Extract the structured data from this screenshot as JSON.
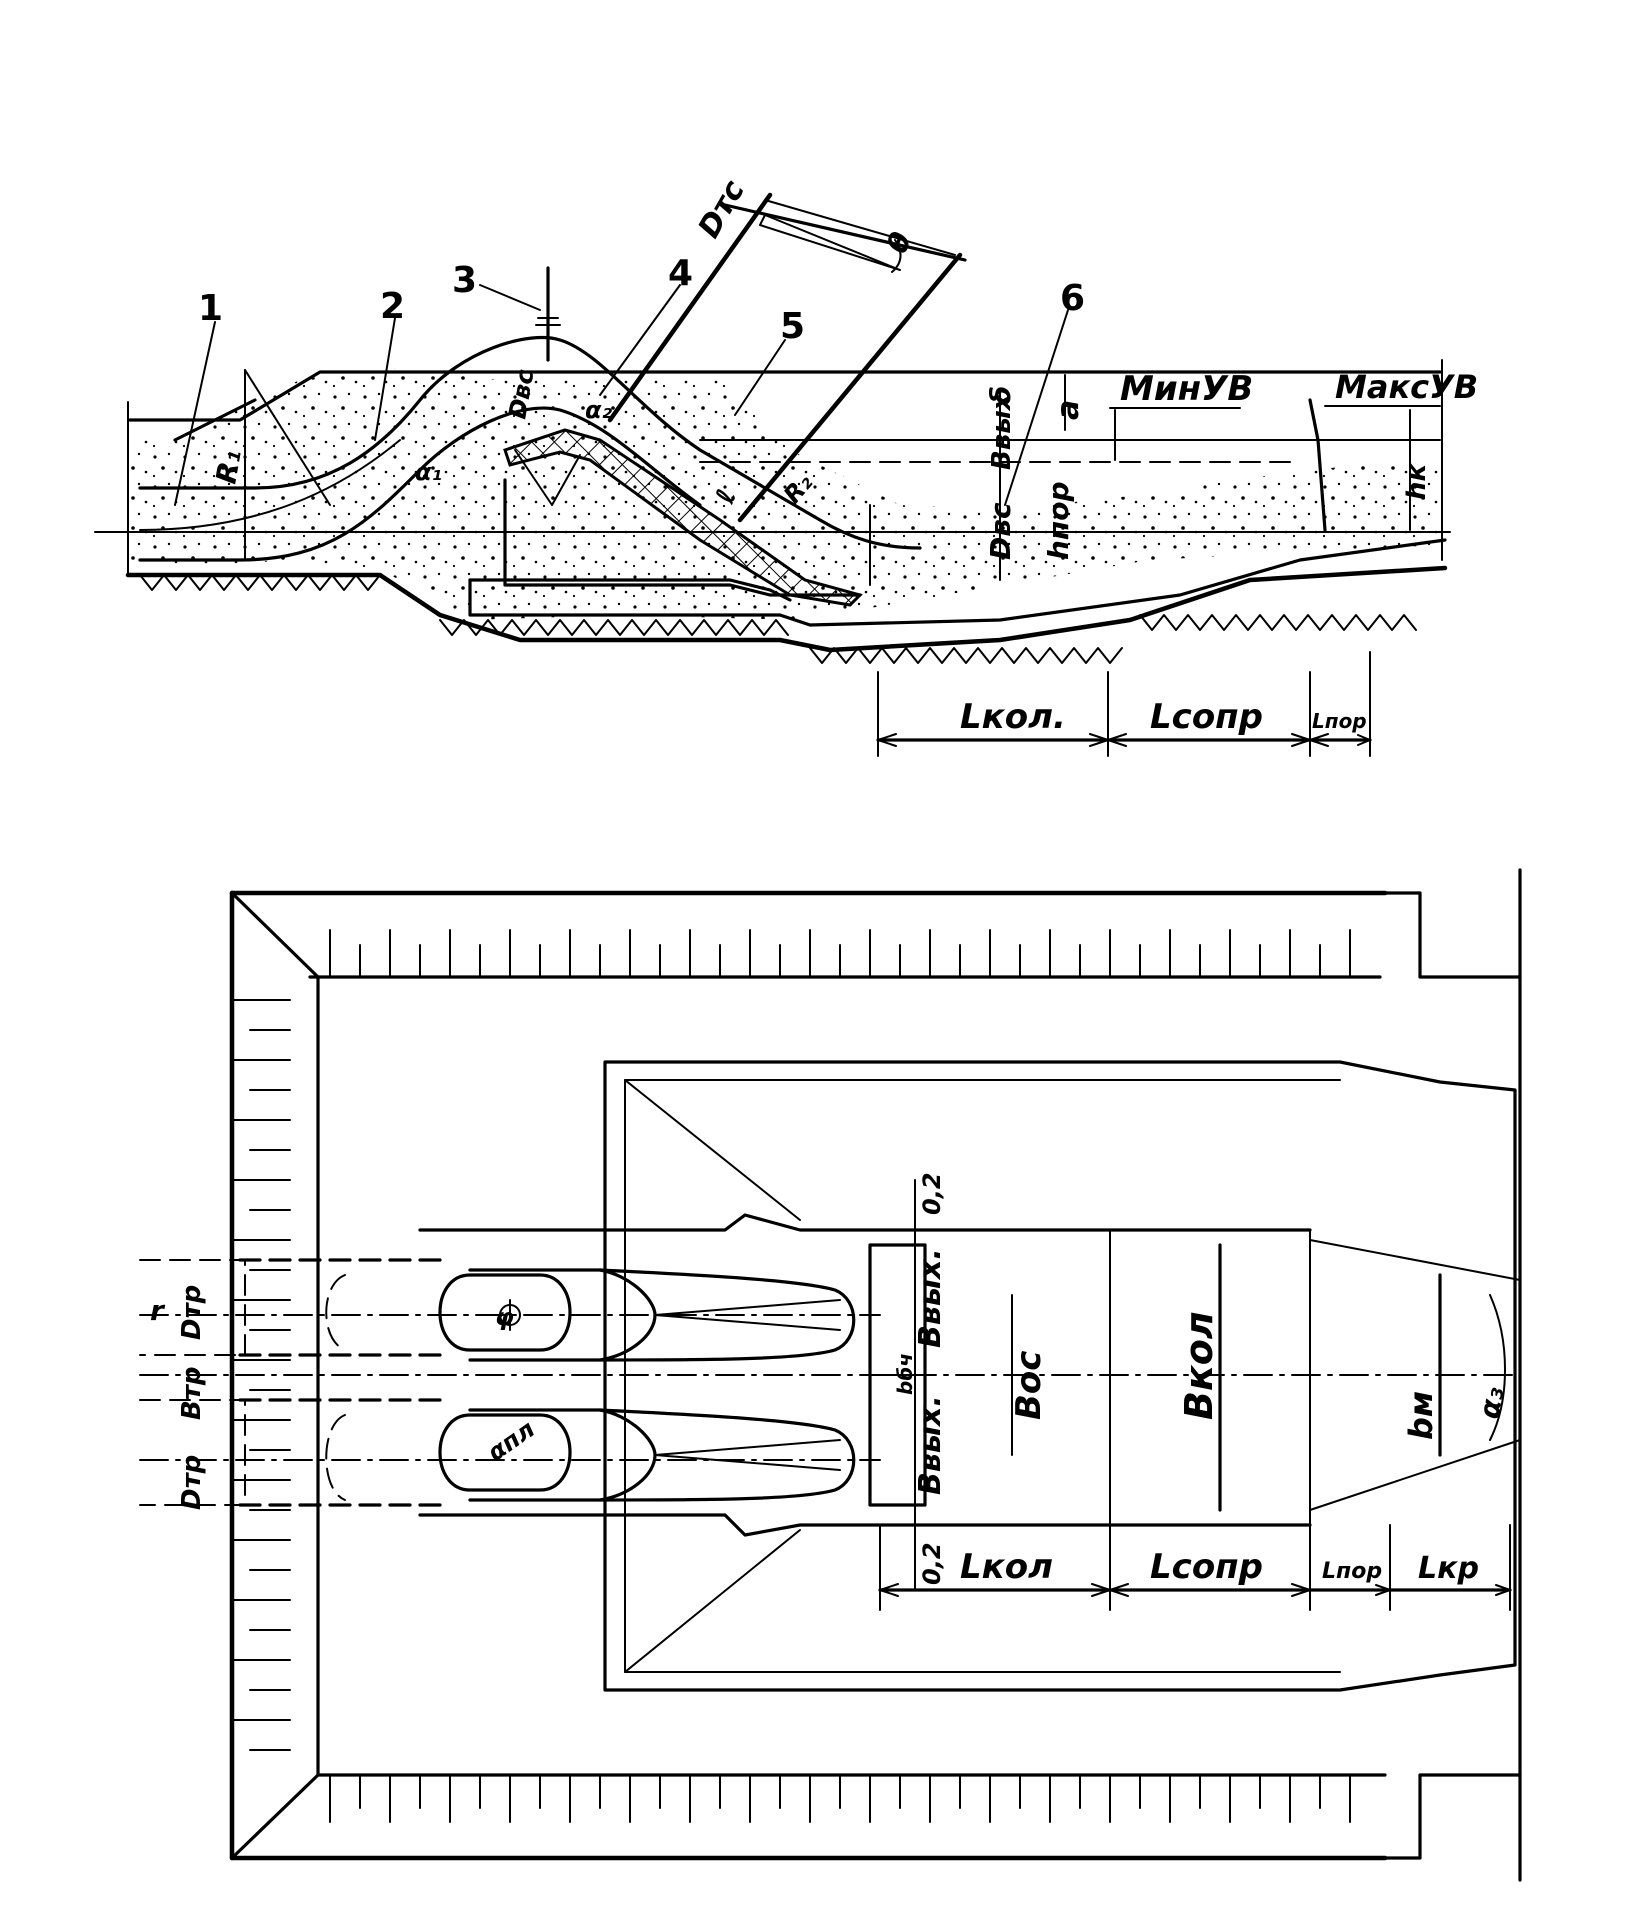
{
  "profile": {
    "callouts": [
      "1",
      "2",
      "3",
      "4",
      "5",
      "6"
    ],
    "labels": {
      "R1": "R₁",
      "alpha1": "α₁",
      "alpha2": "α₂",
      "R2": "R₂",
      "D_vs1": "Dвс",
      "D_vs2": "Dвс",
      "D_ts": "Dтс",
      "B_vih": "Bвых",
      "ll": "ℓ",
      "a": "a",
      "theta": "θ",
      "delta": "δ",
      "h_por": "hпор",
      "h_k": "hк",
      "min_uv": "МинУВ",
      "max_uv": "МаксУВ",
      "L_kol": "Lкол.",
      "L_sopr": "Lсопр",
      "L_por": "Lпор"
    }
  },
  "plan": {
    "labels": {
      "d_02_top": "0,2",
      "d_02_bot": "0,2",
      "B_vih_top": "Bвых.",
      "B_vih_bot": "Bвых.",
      "B_os": "Bос",
      "B_kol": "Bкол",
      "b_m": "bм",
      "alpha3": "α₃",
      "b_bych": "bбч",
      "D_tr": "Dтр",
      "B_tr": "Bтр",
      "D_tr_left": "Dтр",
      "r": "r",
      "phi": "φ",
      "alpha_pl": "αпл",
      "L_kol": "Lкол",
      "L_sopr": "Lсопр",
      "L_por": "Lпор",
      "L_kr": "Lкр"
    }
  }
}
